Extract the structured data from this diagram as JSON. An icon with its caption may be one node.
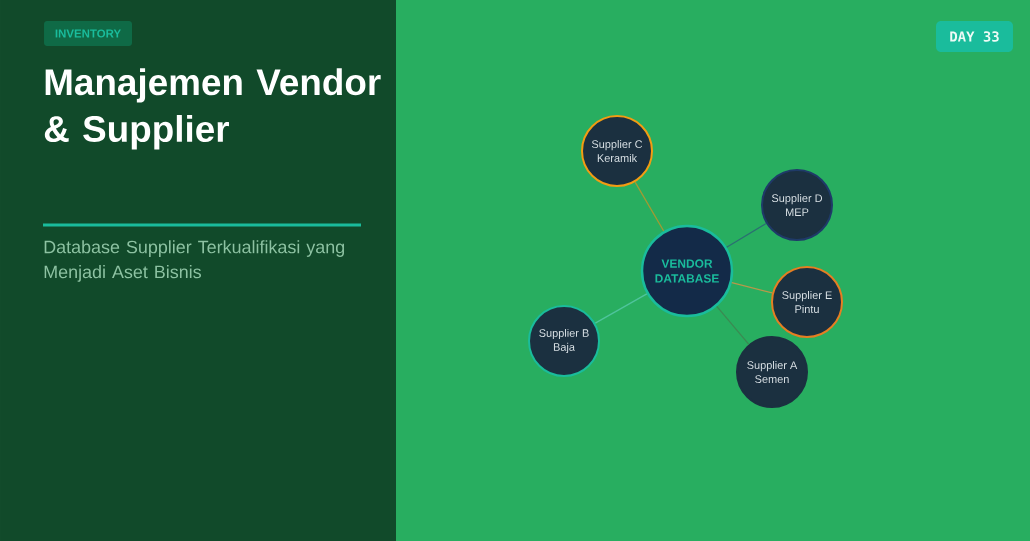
{
  "diagram": {
    "title": "Manajemen Vendor & Supplier",
    "nodes": [
      {
        "text": [
          "INVENTORY"
        ]
      },
      {
        "text": [
          "DAY 33"
        ]
      },
      {
        "text": [
          "Supplier C Keramik"
        ]
      },
      {
        "text": [
          "Supplier D MEP"
        ]
      },
      {
        "text": [
          "VENDOR DATABASE"
        ]
      },
      {
        "text": [
          "Supplier E Pintu"
        ]
      },
      {
        "text": [
          "Supplier B Baja"
        ]
      },
      {
        "text": [
          "Supplier A Semen"
        ]
      }
    ],
    "edges": [
      {
        "from": 4,
        "to": 2,
        "arrow": "none",
        "color": "#a39a32"
      },
      {
        "from": 4,
        "to": 3,
        "arrow": "none",
        "color": "#2b6f72"
      },
      {
        "from": 4,
        "to": 5,
        "arrow": "none",
        "color": "#b8984a"
      },
      {
        "from": 4,
        "to": 6,
        "arrow": "none",
        "color": "#4fc49c"
      },
      {
        "from": 4,
        "to": 7,
        "arrow": "none",
        "color": "#3b8a52"
      }
    ],
    "labels": [
      "Database Supplier Terkualifikasi yang Menjadi Aset Bisnis"
    ]
  }
}
